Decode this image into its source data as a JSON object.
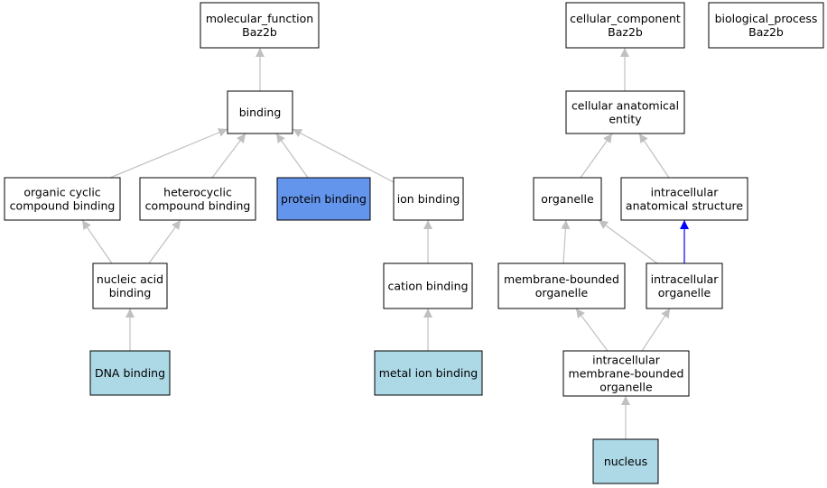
{
  "colors": {
    "default_fill": "#ffffff",
    "annotated_fill": "#add8e6",
    "selected_fill": "#6495ed",
    "edge_gray": "#c0c0c0",
    "edge_blue": "#0000ff"
  },
  "nodes": [
    {
      "id": "mf",
      "lines": [
        "molecular_function",
        "Baz2b"
      ],
      "style": "default"
    },
    {
      "id": "cc",
      "lines": [
        "cellular_component",
        "Baz2b"
      ],
      "style": "default"
    },
    {
      "id": "bp",
      "lines": [
        "biological_process",
        "Baz2b"
      ],
      "style": "default"
    },
    {
      "id": "binding",
      "lines": [
        "binding"
      ],
      "style": "default"
    },
    {
      "id": "cae",
      "lines": [
        "cellular anatomical",
        "entity"
      ],
      "style": "default"
    },
    {
      "id": "ocb",
      "lines": [
        "organic cyclic",
        "compound binding"
      ],
      "style": "default"
    },
    {
      "id": "hcb",
      "lines": [
        "heterocyclic",
        "compound binding"
      ],
      "style": "default"
    },
    {
      "id": "pb",
      "lines": [
        "protein binding"
      ],
      "style": "selected"
    },
    {
      "id": "ib",
      "lines": [
        "ion binding"
      ],
      "style": "default"
    },
    {
      "id": "org",
      "lines": [
        "organelle"
      ],
      "style": "default"
    },
    {
      "id": "ias",
      "lines": [
        "intracellular",
        "anatomical structure"
      ],
      "style": "default"
    },
    {
      "id": "nab",
      "lines": [
        "nucleic acid",
        "binding"
      ],
      "style": "default"
    },
    {
      "id": "catb",
      "lines": [
        "cation binding"
      ],
      "style": "default"
    },
    {
      "id": "mbo",
      "lines": [
        "membrane-bounded",
        "organelle"
      ],
      "style": "default"
    },
    {
      "id": "io",
      "lines": [
        "intracellular",
        "organelle"
      ],
      "style": "default"
    },
    {
      "id": "dnab",
      "lines": [
        "DNA binding"
      ],
      "style": "annotated"
    },
    {
      "id": "mib",
      "lines": [
        "metal ion binding"
      ],
      "style": "annotated"
    },
    {
      "id": "imbo",
      "lines": [
        "intracellular",
        "membrane-bounded",
        "organelle"
      ],
      "style": "default"
    },
    {
      "id": "nuc",
      "lines": [
        "nucleus"
      ],
      "style": "annotated"
    }
  ],
  "edges": [
    {
      "from": "binding",
      "to": "mf",
      "color": "gray"
    },
    {
      "from": "ocb",
      "to": "binding",
      "color": "gray"
    },
    {
      "from": "hcb",
      "to": "binding",
      "color": "gray"
    },
    {
      "from": "pb",
      "to": "binding",
      "color": "gray"
    },
    {
      "from": "ib",
      "to": "binding",
      "color": "gray"
    },
    {
      "from": "nab",
      "to": "ocb",
      "color": "gray"
    },
    {
      "from": "nab",
      "to": "hcb",
      "color": "gray"
    },
    {
      "from": "dnab",
      "to": "nab",
      "color": "gray"
    },
    {
      "from": "catb",
      "to": "ib",
      "color": "gray"
    },
    {
      "from": "mib",
      "to": "catb",
      "color": "gray"
    },
    {
      "from": "cae",
      "to": "cc",
      "color": "gray"
    },
    {
      "from": "org",
      "to": "cae",
      "color": "gray"
    },
    {
      "from": "ias",
      "to": "cae",
      "color": "gray"
    },
    {
      "from": "mbo",
      "to": "org",
      "color": "gray"
    },
    {
      "from": "io",
      "to": "org",
      "color": "gray"
    },
    {
      "from": "io",
      "to": "ias",
      "color": "blue"
    },
    {
      "from": "imbo",
      "to": "mbo",
      "color": "gray"
    },
    {
      "from": "imbo",
      "to": "io",
      "color": "gray"
    },
    {
      "from": "nuc",
      "to": "imbo",
      "color": "gray"
    }
  ]
}
